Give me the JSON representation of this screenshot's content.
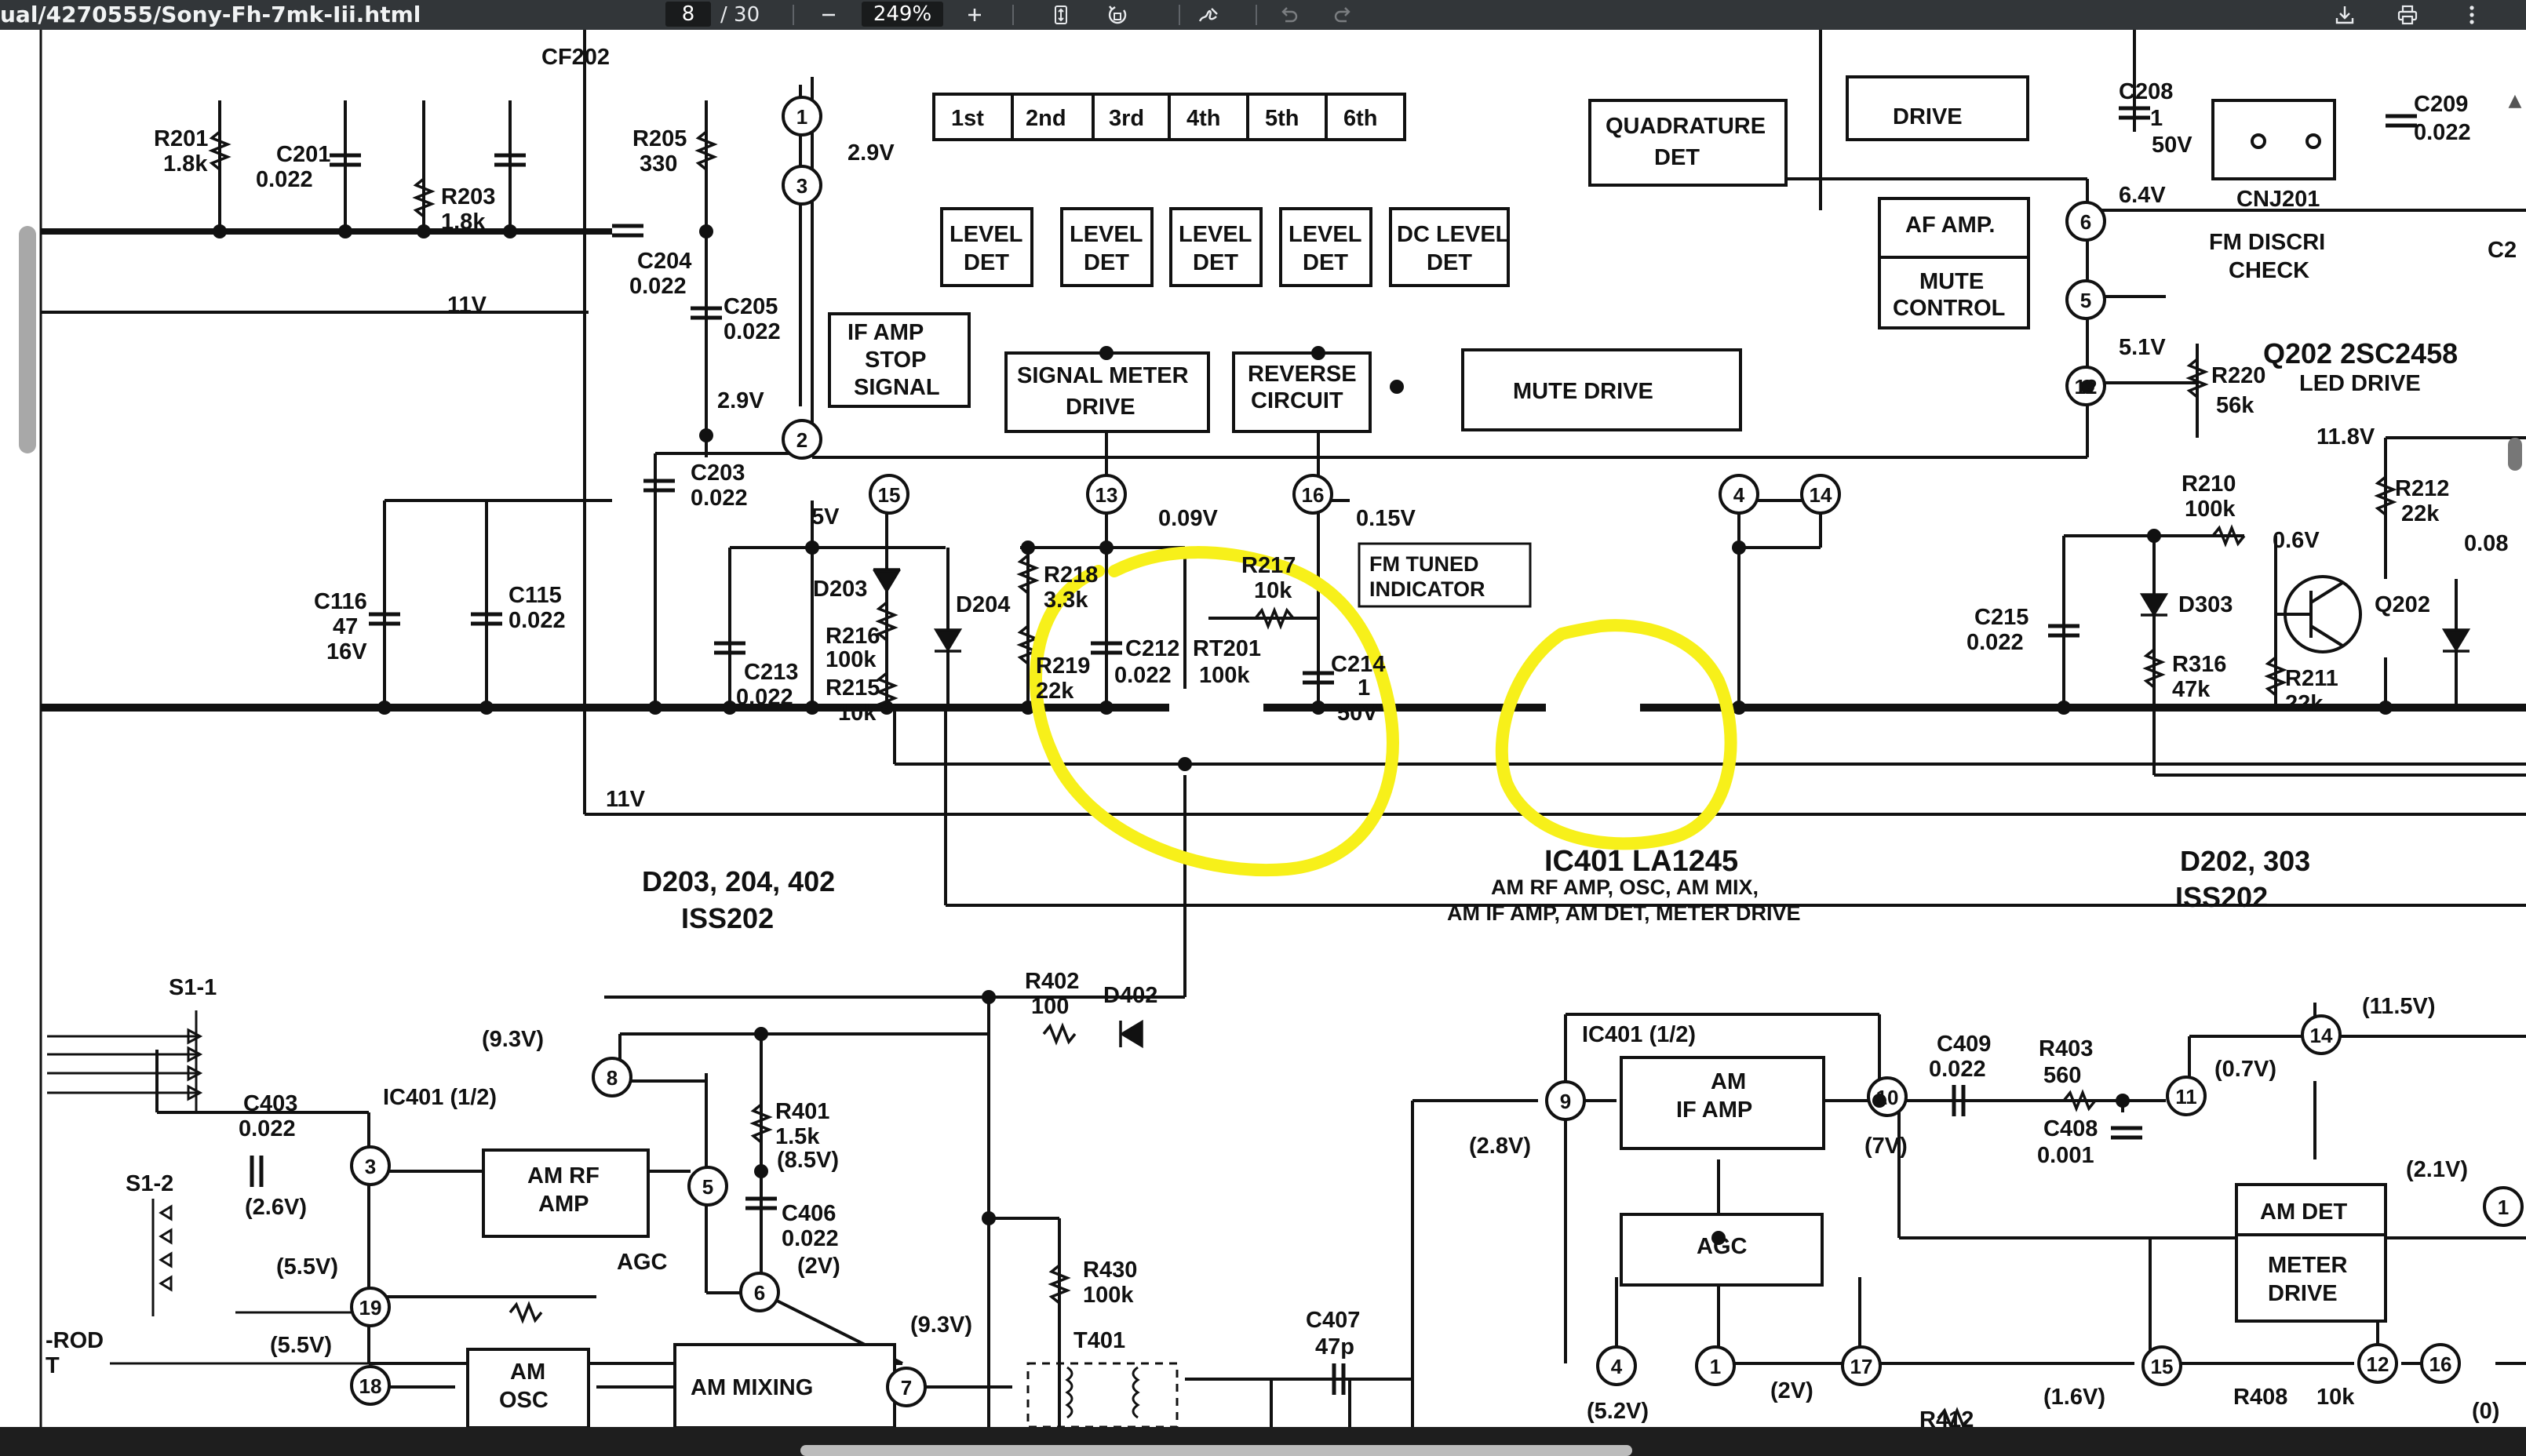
{
  "toolbar": {
    "title": "ual/4270555/Sony-Fh-7mk-Iii.html",
    "page_current": "8",
    "page_total": "/ 30",
    "zoom": "249%",
    "zoom_out_icon": "minus-icon",
    "zoom_in_icon": "plus-icon",
    "fit_icon": "fit-page-icon",
    "rotate_icon": "rotate-icon",
    "annotate_icon": "pen-icon",
    "undo_icon": "undo-icon",
    "redo_icon": "redo-icon",
    "download_icon": "download-icon",
    "print_icon": "print-icon",
    "more_icon": "more-vert-icon"
  },
  "highlight_color": "#f7f01a",
  "schematic": {
    "blocks": {
      "b1st": "1st",
      "b2nd": "2nd",
      "b3rd": "3rd",
      "b4th": "4th",
      "b5th": "5th",
      "b6th": "6th",
      "quad1": "QUADRATURE",
      "quad2": "DET",
      "mdrive_top": "DRIVE",
      "lvl1a": "LEVEL",
      "lvl1b": "DET",
      "lvl2a": "LEVEL",
      "lvl2b": "DET",
      "lvl3a": "LEVEL",
      "lvl3b": "DET",
      "lvl4a": "LEVEL",
      "lvl4b": "DET",
      "lvl5a": "DC LEVEL",
      "lvl5b": "DET",
      "ifstop1": "IF AMP",
      "ifstop2": "STOP",
      "ifstop3": "SIGNAL",
      "smd1": "SIGNAL METER",
      "smd2": "DRIVE",
      "rev1": "REVERSE",
      "rev2": "CIRCUIT",
      "mute_drive": "MUTE DRIVE",
      "afamp": "AF AMP.",
      "mute1": "MUTE",
      "mute2": "CONTROL",
      "fmd1": "FM DISCRI",
      "fmd2": "CHECK",
      "q202a": "Q202 2SC2458",
      "q202b": "LED DRIVE",
      "cnj": "CNJ201",
      "fmtuned1": "FM TUNED",
      "fmtuned2": "INDICATOR",
      "ic401": "IC401 LA1245",
      "ic401_d1": "AM RF AMP, OSC, AM MIX,",
      "ic401_d2": "AM IF AMP, AM DET, METER DRIVE",
      "d203": "D203, 204, 402",
      "iss202a": "ISS202",
      "d202": "D202, 303",
      "iss202b": "ISS202",
      "amrf1": "AM RF",
      "amrf2": "AMP",
      "amosc1": "AM",
      "amosc2": "OSC",
      "ammix": "AM MIXING",
      "amif1": "AM",
      "amif2": "IF AMP",
      "agc": "AGC",
      "amdet": "AM DET",
      "meter1": "METER",
      "meter2": "DRIVE",
      "agc_lbl": "AGC",
      "ic_half_l": "IC401 (1/2)",
      "ic_half_r": "IC401 (1/2)",
      "s11": "S1-1",
      "s12": "S1-2",
      "rod1": "-ROD",
      "rod2": "T"
    },
    "parts": {
      "r201": "R201",
      "r201v": "1.8k",
      "c201": "C201",
      "c201v": "0.022",
      "r203": "R203",
      "r203v": "1.8k",
      "r205": "R205",
      "r205v": "330",
      "c204": "C204",
      "c204v": "0.022",
      "c205": "C205",
      "c205v": "0.022",
      "c203": "C203",
      "c203v": "0.022",
      "c116": "C116",
      "c116a": "47",
      "c116b": "16V",
      "c115": "C115",
      "c115v": "0.022",
      "d203": "D203",
      "d204": "D204",
      "r216": "R216",
      "r216v": "100k",
      "r215": "R215",
      "r215v": "10k",
      "c213": "C213",
      "c213v": "0.022",
      "r218": "R218",
      "r218v": "3.3k",
      "r219": "R219",
      "r219v": "22k",
      "c212": "C212",
      "c212v": "0.022",
      "rt201": "RT201",
      "rt201v": "100k",
      "r217": "R217",
      "r217v": "10k",
      "c214": "C214",
      "c214a": "1",
      "c214b": "50V",
      "c215": "C215",
      "c215v": "0.022",
      "d303": "D303",
      "r316": "R316",
      "r316v": "47k",
      "r211": "R211",
      "r211v": "22k",
      "r210": "R210",
      "r210v": "100k",
      "r212": "R212",
      "r212v": "22k",
      "q202": "Q202",
      "r220": "R220",
      "r220v": "56k",
      "c208": "C208",
      "c208a": "1",
      "c208b": "50V",
      "c209": "C209",
      "c209v": "0.022",
      "c403": "C403",
      "c403v": "0.022",
      "r401": "R401",
      "r401v": "1.5k",
      "c406": "C406",
      "c406v": "0.022",
      "r402": "R402",
      "r402v": "100",
      "d402": "D402",
      "r430": "R430",
      "r430v": "100k",
      "t401": "T401",
      "c407": "C407",
      "c407v": "47p",
      "c409": "C409",
      "c409v": "0.022",
      "r403": "R403",
      "r403v": "560",
      "c408": "C408",
      "c408v": "0.001",
      "r408": "R408",
      "r408v": "10k",
      "r412": "R412",
      "cf202": "CF202",
      "c2a": "C2"
    },
    "voltages": {
      "v29a": "2.9V",
      "v29b": "2.9V",
      "v5": "5V",
      "v009": "0.09V",
      "v015": "0.15V",
      "v64": "6.4V",
      "v51": "5.1V",
      "v118": "11.8V",
      "v06": "0.6V",
      "v008": "0.08",
      "v11a": "11V",
      "v11b": "11V",
      "v93a": "(9.3V)",
      "v85": "(8.5V)",
      "v2a": "(2V)",
      "v26": "(2.6V)",
      "v55a": "(5.5V)",
      "v55b": "(5.5V)",
      "v93b": "(9.3V)",
      "v28": "(2.8V)",
      "v7": "(7V)",
      "v07": "(0.7V)",
      "v115": "(11.5V)",
      "v21": "(2.1V)",
      "v52": "(5.2V)",
      "v2b": "(2V)",
      "v16": "(1.6V)",
      "v0": "(0)"
    },
    "pins": {
      "p1": "1",
      "p3": "3",
      "p2": "2",
      "p15": "15",
      "p13": "13",
      "p16": "16",
      "p4": "4",
      "p14": "14",
      "p6": "6",
      "p5": "5",
      "p12": "12",
      "q8": "8",
      "q3": "3",
      "q5": "5",
      "q6": "6",
      "q19": "19",
      "q18": "18",
      "q7": "7",
      "q9": "9",
      "q10": "10",
      "q11": "11",
      "q14": "14",
      "q4": "4",
      "q1": "1",
      "q17": "17",
      "q15": "15",
      "q12": "12",
      "q16": "16",
      "q1r": "1"
    }
  }
}
